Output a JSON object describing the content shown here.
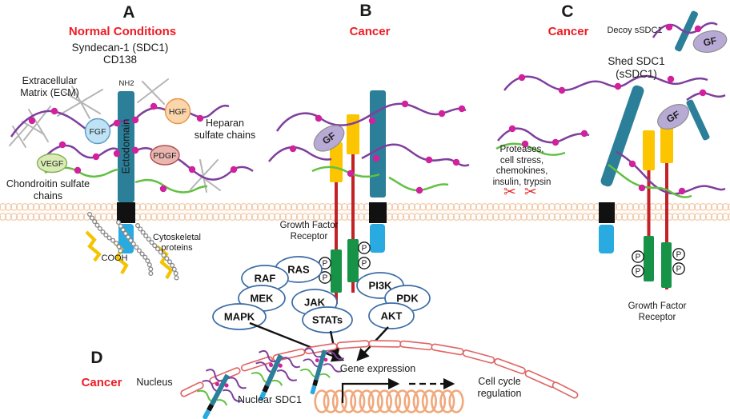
{
  "colors": {
    "accent_red": "#ed1c24",
    "sdc1_teal": "#2b7f99",
    "cytoplasmic_blue": "#29aae1",
    "transmembrane_black": "#111111",
    "receptor_yellow": "#fcc500",
    "receptor_stalk_red": "#c42127",
    "kinase_green": "#169347",
    "heparan_purple": "#7e3f9d",
    "sugar_dot_magenta": "#d1219c",
    "chondroitin_green": "#62c043",
    "gf_lavender": "#b7aad4",
    "membrane_peach": "#f0c8a6",
    "nuclear_envelope_red": "#e06363",
    "dna_orange": "#f0a87c",
    "pathway_outline_blue": "#3a6ba5",
    "ecm_gray": "#b5b5b5",
    "cytoskeleton_yellow": "#f5c400"
  },
  "panelA": {
    "label": "A",
    "condition": "Normal Conditions",
    "molecule_name": "Syndecan-1 (SDC1)",
    "molecule_alias": "CD138",
    "ecm_label": "Extracellular\nMatrix (ECM)",
    "nh2_label": "NH2",
    "ectodomain_label": "Ectodomain",
    "growth_factors": {
      "fgf": "FGF",
      "hgf": "HGF",
      "pdgf": "PDGF",
      "vegf": "VEGF"
    },
    "heparan_label": "Heparan\nsulfate chains",
    "chondroitin_label": "Chondroitin sulfate\nchains",
    "cooh_label": "COOH",
    "cytoskeletal_label": "Cytoskeletal\nproteins"
  },
  "panelB": {
    "label": "B",
    "condition": "Cancer",
    "gf_label": "GF",
    "receptor_label": "Growth Factor\nReceptor",
    "phospho_label": "P",
    "pathways": {
      "mapk": "MAPK",
      "mek": "MEK",
      "raf": "RAF",
      "ras": "RAS",
      "jak": "JAK",
      "stats": "STATs",
      "pi3k": "PI3K",
      "pdk": "PDK",
      "akt": "AKT"
    }
  },
  "panelC": {
    "label": "C",
    "condition": "Cancer",
    "decoy_label": "Decoy sSDC1",
    "gf_label": "GF",
    "shed_label": "Shed SDC1\n(sSDC1)",
    "triggers_label": "Proteases,\ncell stress,\nchemokines,\ninsulin, trypsin",
    "scissors_icon": "✂ ✂",
    "receptor_label": "Growth Factor\nReceptor",
    "phospho_label": "P"
  },
  "panelD": {
    "label": "D",
    "condition": "Cancer",
    "nucleus_label": "Nucleus",
    "nuclear_sdc1_label": "Nuclear SDC1",
    "gene_expression_label": "Gene expression",
    "cell_cycle_label": "Cell cycle\nregulation"
  }
}
